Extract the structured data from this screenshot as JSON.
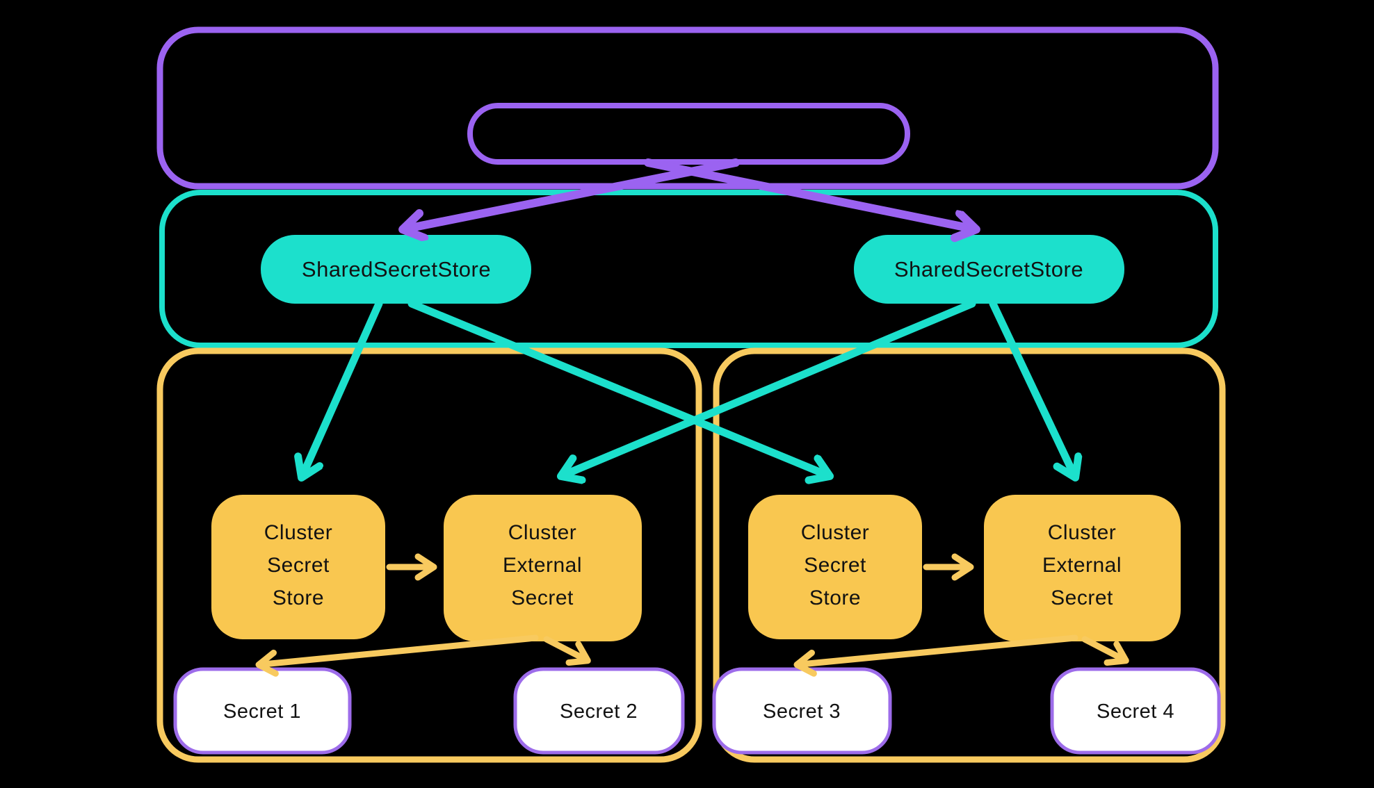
{
  "colors": {
    "background": "#000000",
    "purple": "#9B63F1",
    "teal": "#1CE0CC",
    "yellow_line": "#F8CA5F",
    "orange_box": "#F9C750",
    "secret_pill_border": "#9D6CEA",
    "secret_pill_fill": "#FFFFFF",
    "label_text": "#121212"
  },
  "shared_secret_stores": [
    {
      "label": "SharedSecretStore"
    },
    {
      "label": "SharedSecretStore"
    }
  ],
  "clusters": [
    {
      "secret_store": {
        "lines": [
          "Cluster",
          "Secret",
          "Store"
        ]
      },
      "external_secret": {
        "lines": [
          "Cluster",
          "External",
          "Secret"
        ]
      },
      "secrets": [
        {
          "label": "Secret 1"
        },
        {
          "label": "Secret 2"
        }
      ]
    },
    {
      "secret_store": {
        "lines": [
          "Cluster",
          "Secret",
          "Store"
        ]
      },
      "external_secret": {
        "lines": [
          "Cluster",
          "External",
          "Secret"
        ]
      },
      "secrets": [
        {
          "label": "Secret 3"
        },
        {
          "label": "Secret 4"
        }
      ]
    }
  ]
}
